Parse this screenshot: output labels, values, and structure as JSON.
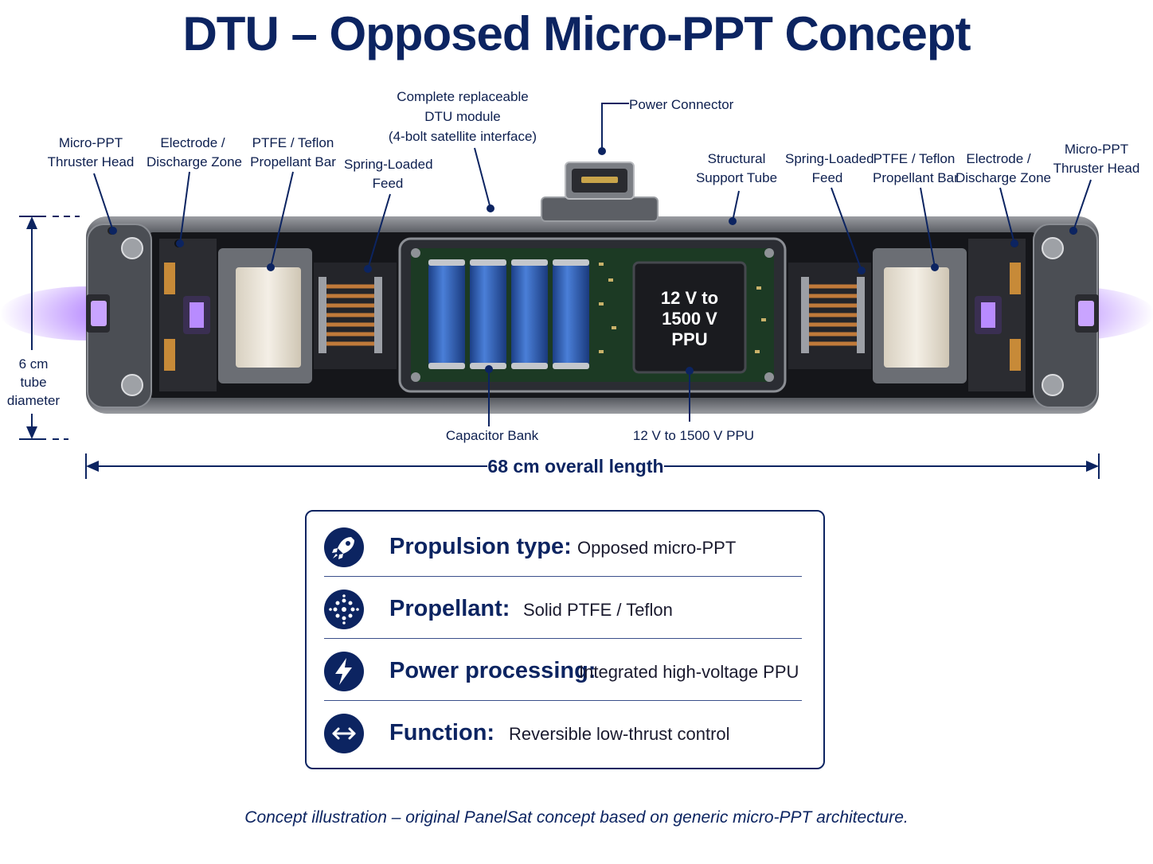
{
  "title": "DTU – Opposed Micro-PPT Concept",
  "labels": {
    "thruster_left": [
      "Micro-PPT",
      "Thruster Head"
    ],
    "electrode_left": [
      "Electrode /",
      "Discharge Zone"
    ],
    "ptfe_left": [
      "PTFE / Teflon",
      "Propellant Bar"
    ],
    "spring_left": [
      "Spring-Loaded",
      "Feed"
    ],
    "module": [
      "Complete replaceable",
      "DTU module",
      "(4-bolt satellite interface)"
    ],
    "power_connector": "Power Connector",
    "support_tube": [
      "Structural",
      "Support Tube"
    ],
    "spring_right": [
      "Spring-Loaded",
      "Feed"
    ],
    "ptfe_right": [
      "PTFE / Teflon",
      "Propellant Bar"
    ],
    "electrode_right": [
      "Electrode /",
      "Discharge Zone"
    ],
    "thruster_right": [
      "Micro-PPT",
      "Thruster Head"
    ],
    "diameter": [
      "6 cm",
      "tube",
      "diameter"
    ],
    "capacitor_bank": "Capacitor Bank",
    "ppu_bottom": "12 V to 1500 V PPU",
    "ppu_box": [
      "12 V to",
      "1500 V",
      "PPU"
    ],
    "overall_length": "68 cm overall length"
  },
  "specs": [
    {
      "icon": "rocket-icon",
      "key": "Propulsion type:",
      "value": "Opposed micro-PPT"
    },
    {
      "icon": "propellant-dots-icon",
      "key": "Propellant:",
      "value": "Solid PTFE / Teflon"
    },
    {
      "icon": "lightning-icon",
      "key": "Power processing:",
      "value": "Integrated high-voltage PPU"
    },
    {
      "icon": "double-arrow-icon",
      "key": "Function:",
      "value": "Reversible low-thrust control"
    }
  ],
  "footer": "Concept illustration – original PanelSat concept based on generic micro-PPT architecture.",
  "colors": {
    "navy": "#0c2461",
    "plasma": "#a56cff",
    "capacitor": "#2f5fb8",
    "ptfe": "#ece6da",
    "copper": "#c07a3a"
  }
}
